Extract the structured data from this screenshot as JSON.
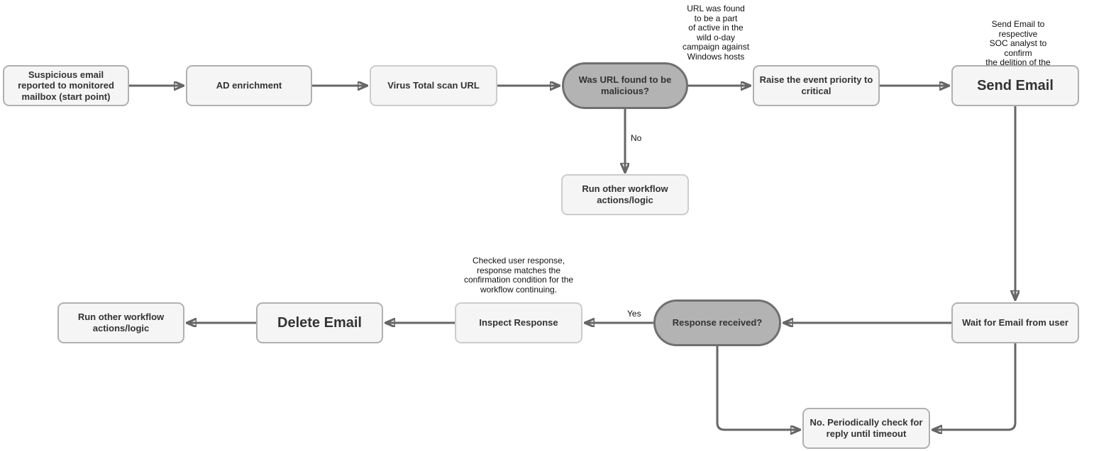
{
  "nodes": {
    "start": {
      "label": "Suspicious email reported to monitored mailbox (start point)"
    },
    "ad_enrichment": {
      "label": "AD enrichment"
    },
    "virus_total": {
      "label": "Virus Total scan URL"
    },
    "url_malicious_decision": {
      "label": "Was URL found to be malicious?"
    },
    "raise_priority": {
      "label": "Raise the event priority to critical"
    },
    "send_email": {
      "label": "Send Email"
    },
    "other_workflow_no_branch": {
      "label": "Run other workflow actions/logic"
    },
    "wait_for_email": {
      "label": "Wait for Email from user"
    },
    "response_received_decision": {
      "label": "Response received?"
    },
    "inspect_response": {
      "label": "Inspect Response"
    },
    "delete_email": {
      "label": "Delete Email"
    },
    "other_workflow_end": {
      "label": "Run other workflow actions/logic"
    },
    "periodic_check": {
      "label": "No. Periodically check for reply until timeout"
    }
  },
  "annotations": {
    "url_campaign_note": "URL was found\nto be a part\nof active in the\nwild o-day\ncampaign against\nWindows hosts",
    "send_email_note": "Send Email to respective\nSOC analyst to confirm\nthe delition of the malicious\nemail from all accessible mailboxes",
    "inspect_response_note": "Checked user response,\nresponse matches the\nconfirmation condition for the\nworkflow continuing."
  },
  "edge_labels": {
    "no": "No",
    "yes": "Yes"
  },
  "colors": {
    "process_fill": "#f5f5f5",
    "process_border": "#b0b0b0",
    "decision_fill": "#b3b3b3",
    "decision_border": "#707070",
    "arrow": "#666666",
    "node_text": "#333333",
    "annotation_text": "#111111",
    "background": "#ffffff"
  }
}
